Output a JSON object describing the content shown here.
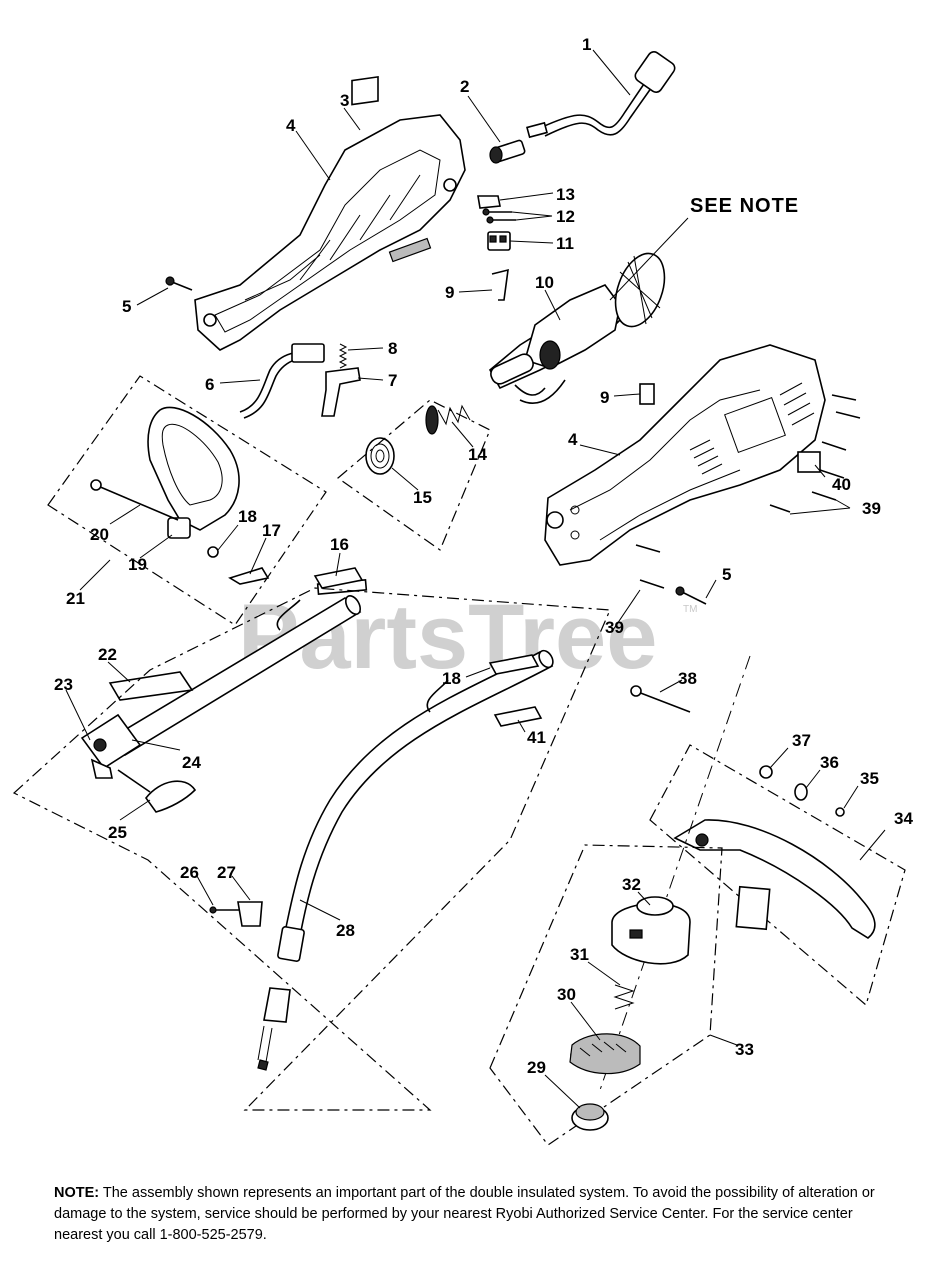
{
  "watermark": {
    "text": "PartsTree",
    "trademark": "TM"
  },
  "see_note_label": "SEE NOTE",
  "callouts": {
    "c1": "1",
    "c2": "2",
    "c3": "3",
    "c4a": "4",
    "c4b": "4",
    "c5a": "5",
    "c5b": "5",
    "c6": "6",
    "c7": "7",
    "c8": "8",
    "c9a": "9",
    "c9b": "9",
    "c10": "10",
    "c11": "11",
    "c12": "12",
    "c13": "13",
    "c14": "14",
    "c15": "15",
    "c16": "16",
    "c17": "17",
    "c18a": "18",
    "c18b": "18",
    "c19": "19",
    "c20": "20",
    "c21": "21",
    "c22": "22",
    "c23": "23",
    "c24": "24",
    "c25": "25",
    "c26": "26",
    "c27": "27",
    "c28": "28",
    "c29": "29",
    "c30": "30",
    "c31": "31",
    "c32": "32",
    "c33": "33",
    "c34": "34",
    "c35": "35",
    "c36": "36",
    "c37": "37",
    "c38": "38",
    "c39a": "39",
    "c39b": "39",
    "c40": "40",
    "c41": "41"
  },
  "note": {
    "prefix": "NOTE:",
    "text": "The assembly shown represents an important part of the double insulated system. To avoid the possibility of alteration or damage to the system, service should be performed by your nearest Ryobi Authorized Service Center. For the service center nearest you call 1-800-525-2579."
  }
}
